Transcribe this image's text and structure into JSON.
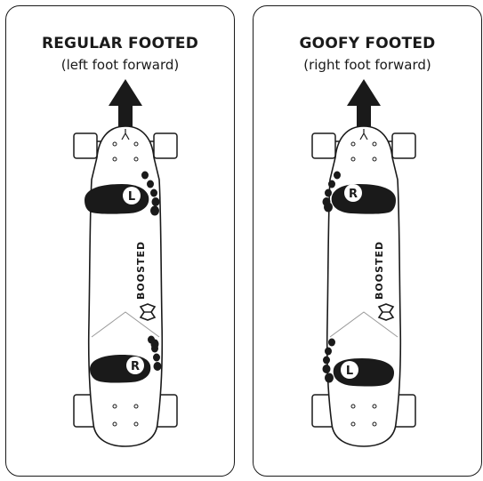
{
  "panels": [
    {
      "title": "REGULAR FOOTED",
      "subtitle": "(left foot forward)",
      "front_foot": "L",
      "back_foot": "R",
      "brand": "BOOSTED"
    },
    {
      "title": "GOOFY FOOTED",
      "subtitle": "(right foot forward)",
      "front_foot": "R",
      "back_foot": "L",
      "brand": "BOOSTED"
    }
  ],
  "icons": {
    "direction": "arrow-up-icon",
    "logo": "boosted-logo-icon"
  },
  "colors": {
    "ink": "#1a1a1a",
    "board_fill": "#ffffff",
    "foot_fill": "#1a1a1a",
    "wheel_fill": "#ffffff"
  }
}
